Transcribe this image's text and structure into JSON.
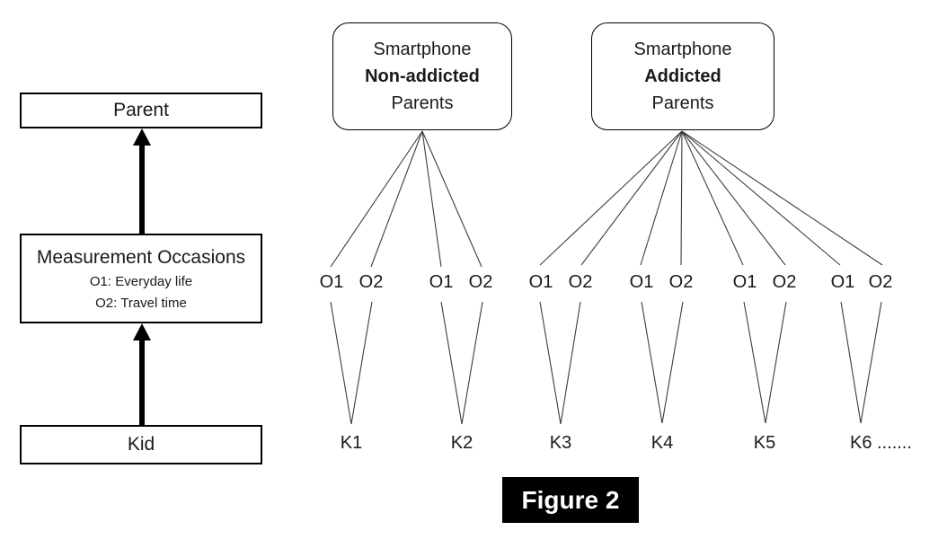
{
  "left_panel": {
    "parent_label": "Parent",
    "measurement_title": "Measurement Occasions",
    "measurement_o1": "O1: Everyday life",
    "measurement_o2": "O2: Travel time",
    "kid_label": "Kid"
  },
  "groups": [
    {
      "line1": "Smartphone",
      "line2": "Non-addicted",
      "line3": "Parents"
    },
    {
      "line1": "Smartphone",
      "line2": "Addicted",
      "line3": "Parents"
    }
  ],
  "occasion_pairs": [
    {
      "o1": "O1",
      "o2": "O2"
    },
    {
      "o1": "O1",
      "o2": "O2"
    },
    {
      "o1": "O1",
      "o2": "O2"
    },
    {
      "o1": "O1",
      "o2": "O2"
    },
    {
      "o1": "O1",
      "o2": "O2"
    },
    {
      "o1": "O1",
      "o2": "O2"
    }
  ],
  "kids": [
    "K1",
    "K2",
    "K3",
    "K4",
    "K5",
    "K6 ......."
  ],
  "figure_label": "Figure 2",
  "colors": {
    "text": "#1a1a1a",
    "box_border": "#000000",
    "connector_line": "#3d3d3d",
    "figure_bg": "#000000",
    "figure_text": "#ffffff"
  }
}
